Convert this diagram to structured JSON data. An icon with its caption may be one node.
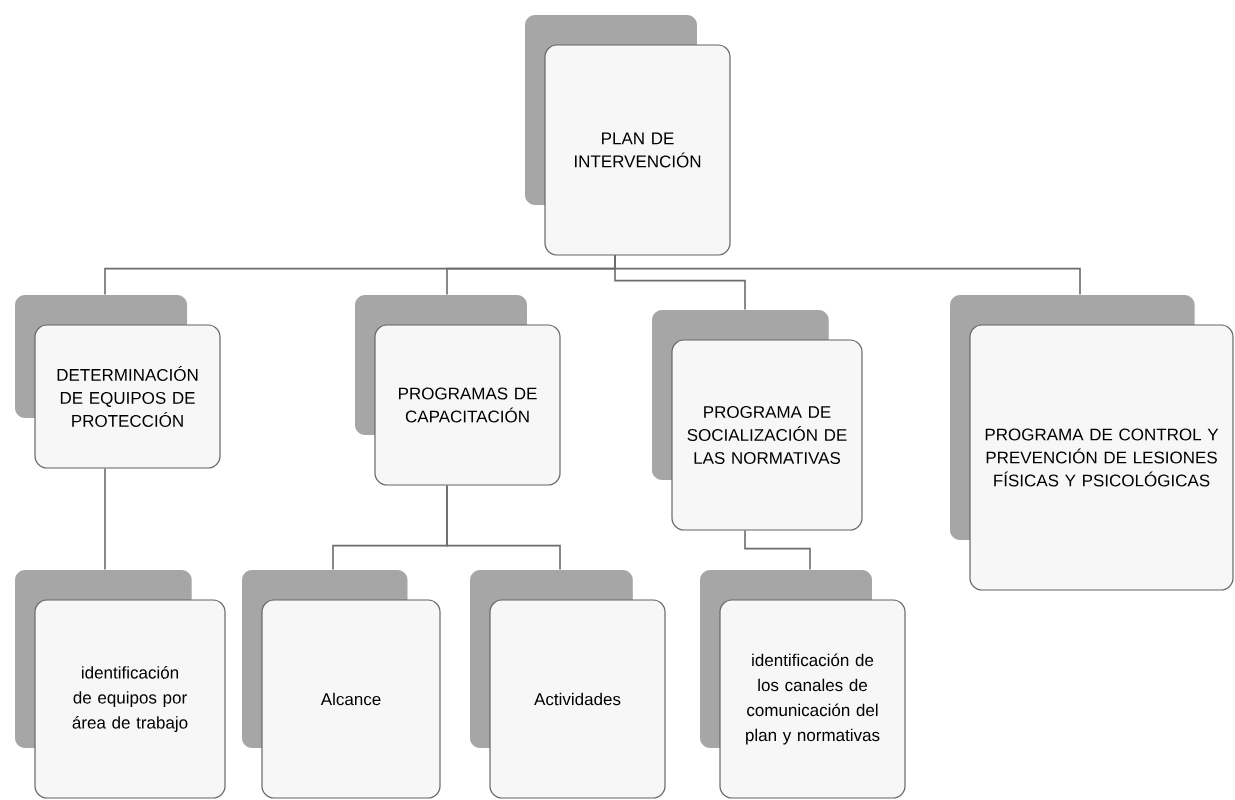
{
  "diagram": {
    "nodes": [
      {
        "text": [
          "PLAN DE INTERVENCIÓN"
        ]
      },
      {
        "text": [
          "DETERMINACIÓN DE EQUIPOS DE PROTECCIÓN"
        ]
      },
      {
        "text": [
          "PROGRAMAS DE CAPACITACIÓN"
        ]
      },
      {
        "text": [
          "PROGRAMA DE SOCIALIZACIÓN DE LAS NORMATIVAS"
        ]
      },
      {
        "text": [
          "PROGRAMA DE CONTROL Y PREVENCIÓN DE LESIONES FÍSICAS Y PSICOLÓGICAS"
        ]
      },
      {
        "text": [
          "identificación de equipos por área de trabajo"
        ]
      },
      {
        "text": [
          "Alcance"
        ]
      },
      {
        "text": [
          "Actividades"
        ]
      },
      {
        "text": [
          "identificación de los canales de comunicación del plan y normativas"
        ]
      }
    ],
    "edges": [
      {
        "from": 0,
        "to": 1,
        "arrow": "none"
      },
      {
        "from": 0,
        "to": 2,
        "arrow": "none"
      },
      {
        "from": 0,
        "to": 3,
        "arrow": "none"
      },
      {
        "from": 0,
        "to": 4,
        "arrow": "none"
      },
      {
        "from": 1,
        "to": 5,
        "arrow": "none"
      },
      {
        "from": 2,
        "to": 6,
        "arrow": "none"
      },
      {
        "from": 2,
        "to": 7,
        "arrow": "none"
      },
      {
        "from": 3,
        "to": 8,
        "arrow": "none"
      }
    ]
  }
}
